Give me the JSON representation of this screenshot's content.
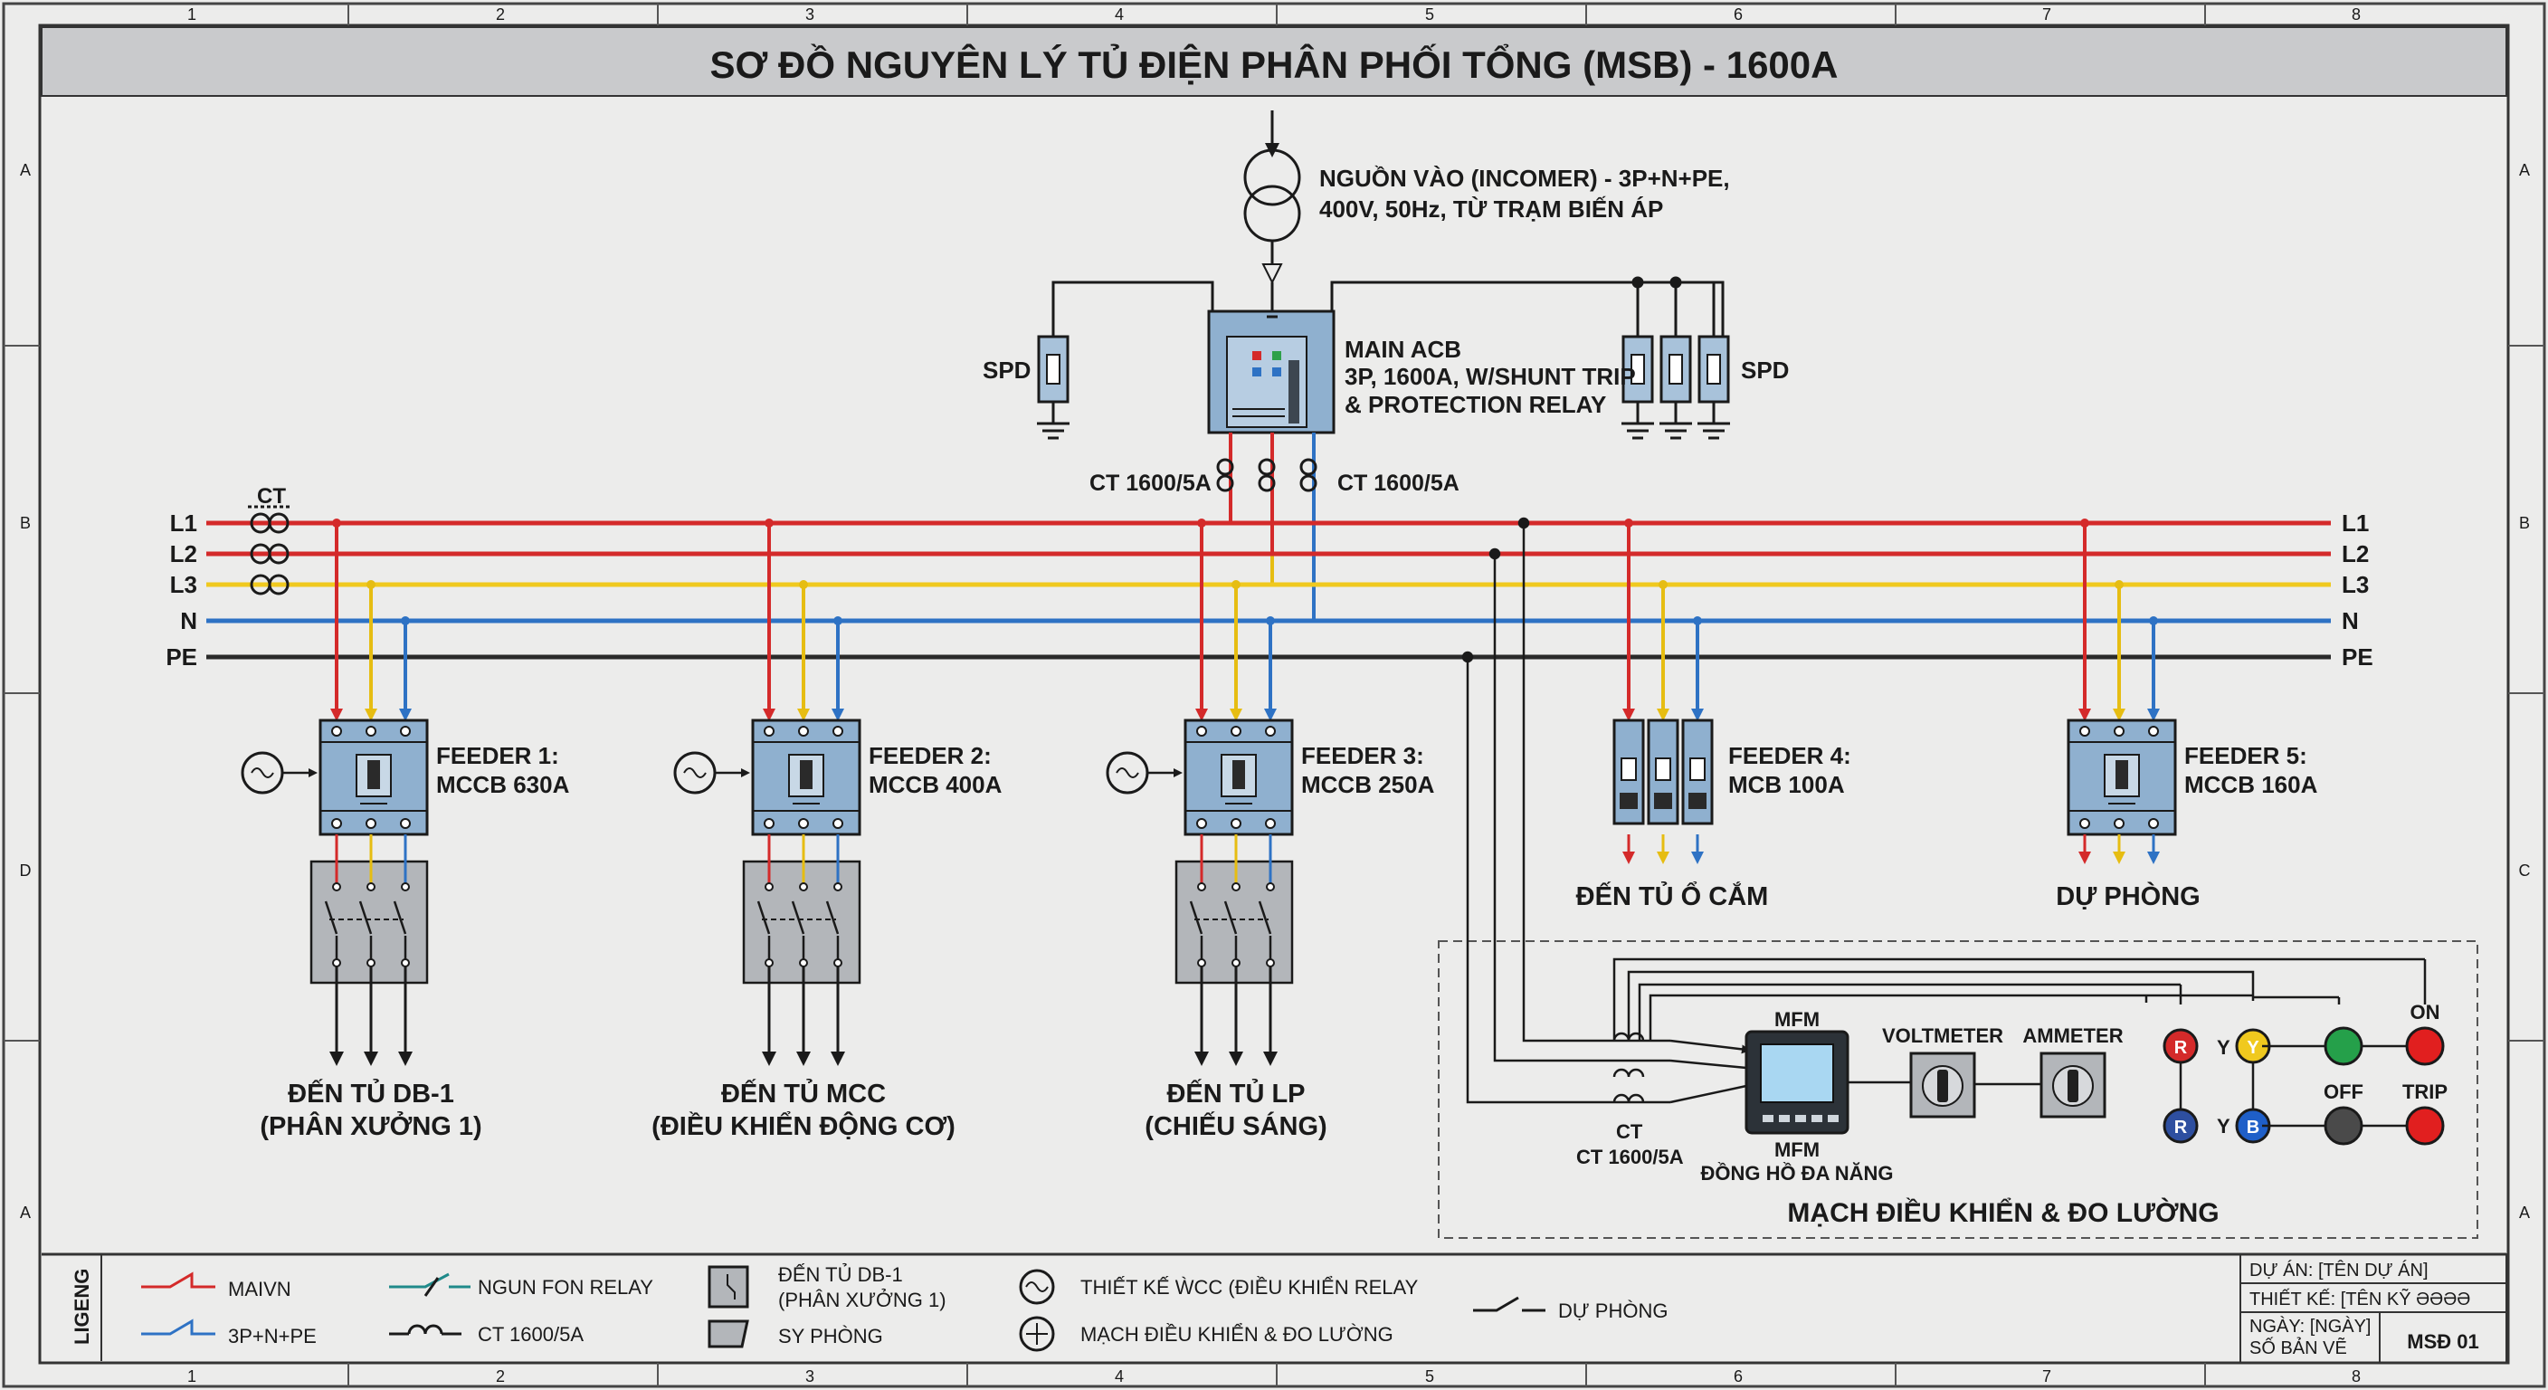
{
  "title": "SƠ ĐỒ NGUYÊN LÝ TỦ ĐIỆN PHÂN PHỐI TỔNG (MSB) - 1600A",
  "grid": {
    "columns": [
      "1",
      "2",
      "3",
      "4",
      "5",
      "6",
      "7",
      "8"
    ],
    "rows": [
      "A",
      "B",
      "C",
      "D",
      "A"
    ]
  },
  "incomer": {
    "line1": "NGUỒN VÀO (INCOMER) - 3P+N+PE,",
    "line2": "400V, 50Hz, TỪ TRẠM BIẾN ÁP"
  },
  "main_acb": {
    "line1": "MAIN ACB",
    "line2": "3P, 1600A, W/SHUNT TRIP",
    "line3": "& PROTECTION RELAY"
  },
  "spd_left": "SPD",
  "spd_right": "SPD",
  "ct_main_left": "CT 1600/5A",
  "ct_main_right": "CT 1600/5A",
  "ct_bus": "CT",
  "busbars": [
    {
      "name": "L1",
      "color": "#d42a2a"
    },
    {
      "name": "L2",
      "color": "#d42a2a"
    },
    {
      "name": "L3",
      "color": "#f0c91e"
    },
    {
      "name": "N",
      "color": "#2e72c4"
    },
    {
      "name": "PE",
      "color": "#2a2a2a"
    }
  ],
  "feeders": [
    {
      "line1": "FEEDER 1:",
      "line2": "MCCB 630A",
      "dest1": "ĐẾN TỦ DB-1",
      "dest2": "(PHÂN XƯỞNG 1)"
    },
    {
      "line1": "FEEDER 2:",
      "line2": "MCCB 400A",
      "dest1": "ĐẾN TỦ MCC",
      "dest2": "(ĐIỀU KHIỂN ĐỘNG CƠ)"
    },
    {
      "line1": "FEEDER 3:",
      "line2": "MCCB 250A",
      "dest1": "ĐẾN TỦ LP",
      "dest2": "(CHIẾU SÁNG)"
    },
    {
      "line1": "FEEDER 4:",
      "line2": "MCB 100A",
      "dest1": "ĐẾN TỦ Ổ CẮM",
      "dest2": ""
    },
    {
      "line1": "FEEDER 5:",
      "line2": "MCCB 160A",
      "dest1": "DỰ PHÒNG",
      "dest2": ""
    }
  ],
  "control": {
    "title": "MẠCH ĐIỀU KHIỂN & ĐO LƯỜNG",
    "mfm_top": "MFM",
    "mfm_bottom": "MFM",
    "mfm_desc": "ĐỒNG HỒ ĐA NĂNG",
    "voltmeter": "VOLTMETER",
    "ammeter": "AMMETER",
    "ct_label1": "CT",
    "ct_label2": "CT 1600/5A",
    "lamps": [
      {
        "letter": "R",
        "color": "#d42a2a"
      },
      {
        "letter": "Y",
        "color": "#f0c91e"
      },
      {
        "letter": "R",
        "color": "#2e4fa0"
      },
      {
        "letter": "B",
        "color": "#1f5fc8"
      }
    ],
    "y_label": "Y",
    "on": "ON",
    "off": "OFF",
    "trip": "TRIP"
  },
  "legend": {
    "title": "LIGENG",
    "items": [
      {
        "text": "MAIVN"
      },
      {
        "text": "3P+N+PE"
      },
      {
        "text": "NGUN FON RELAY"
      },
      {
        "text": "CT 1600/5A"
      },
      {
        "text": "ĐẾN TỦ DB-1"
      },
      {
        "text": "(PHÂN XƯỞNG 1)"
      },
      {
        "text": "SY PHÒNG"
      },
      {
        "text": "THIẾT KẾ ẀCC (ĐIỀU KHIỂN RELAY"
      },
      {
        "text": "MẠCH ĐIỀU KHIỂN & ĐO LƯỜNG"
      },
      {
        "text": "DỰ PHÒNG"
      }
    ]
  },
  "title_block": {
    "project": "DỰ ÁN: [TÊN DỰ ÁN]",
    "designer": "THIẾT KẾ: [TÊN KỸ ƏƏƏƏ",
    "date": "NGÀY: [NGÀY]",
    "sheet_label": "SỐ BẢN VẼ",
    "sheet_no": "MSĐ 01"
  }
}
